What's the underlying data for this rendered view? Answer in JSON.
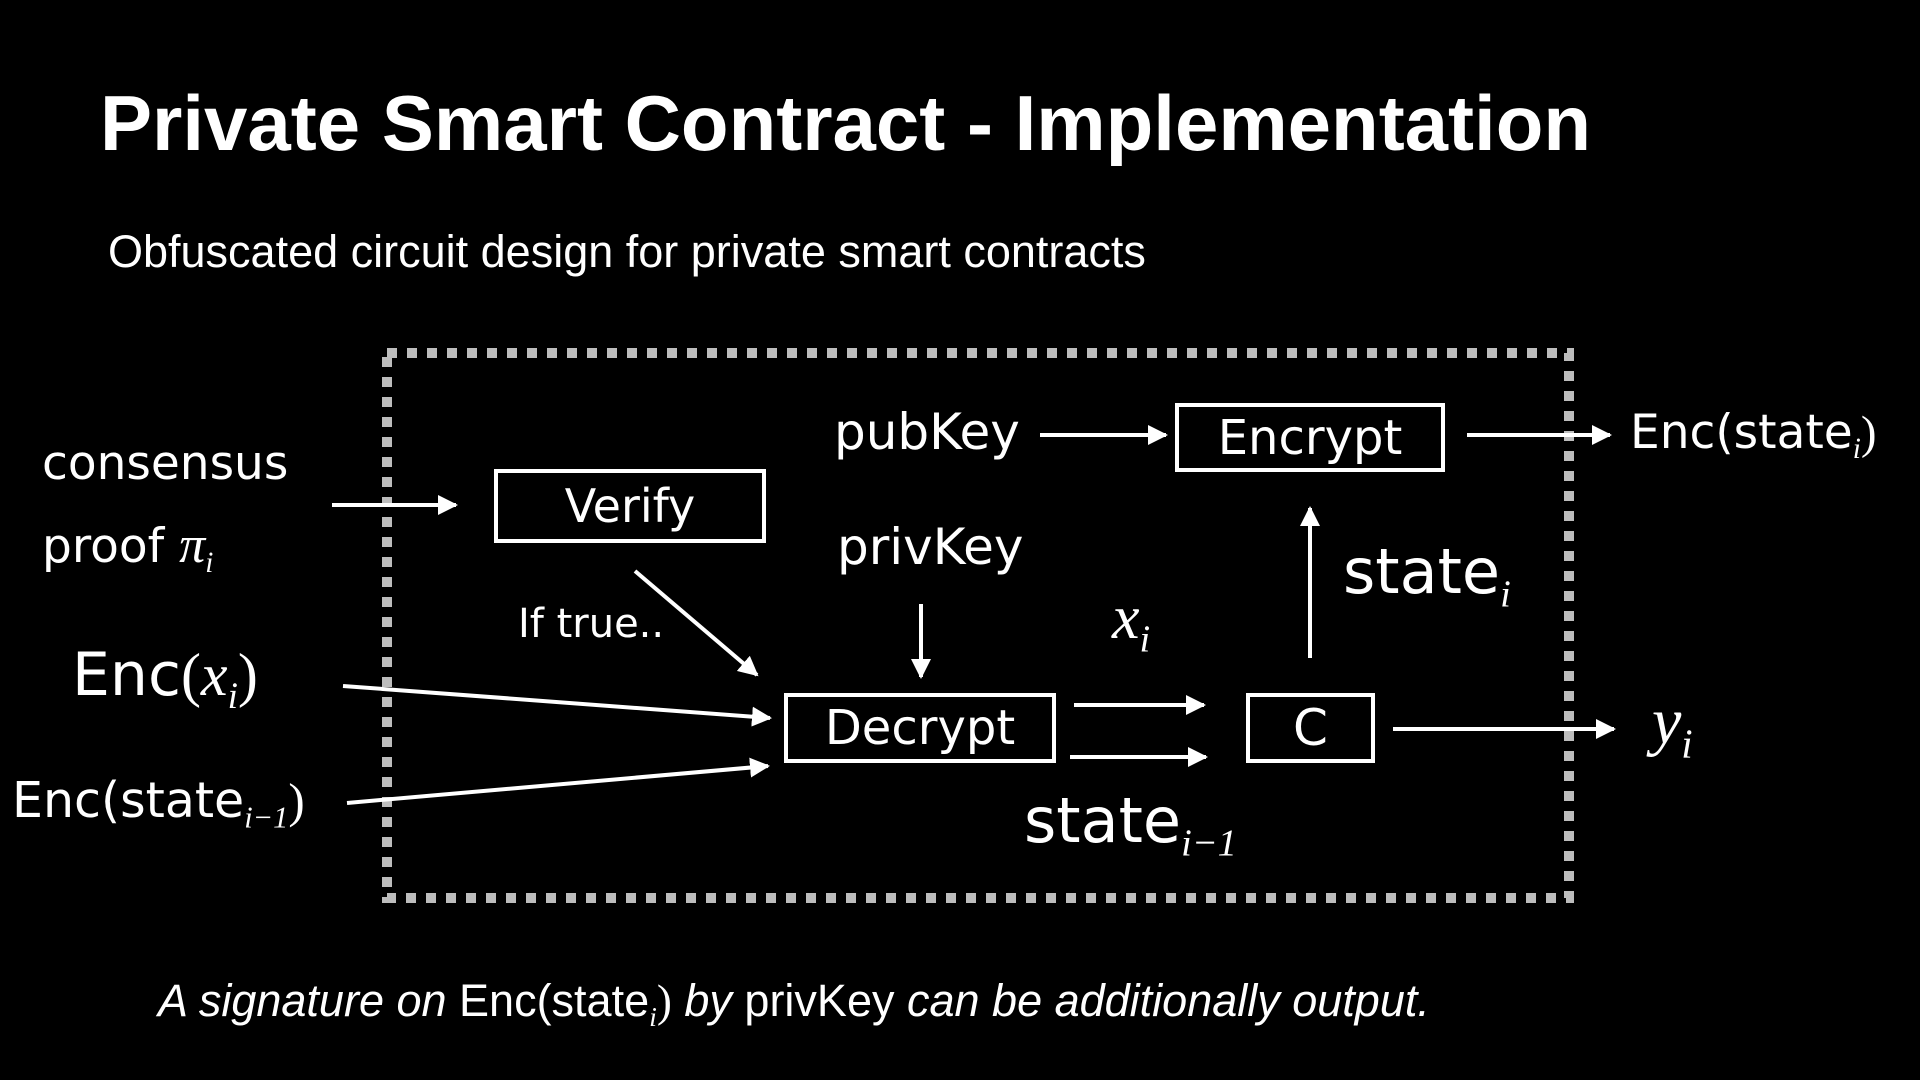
{
  "title": "Private Smart Contract - Implementation",
  "subtitle": "Obfuscated circuit design for private smart contracts",
  "diagram": {
    "boxes": {
      "verify": "Verify",
      "decrypt": "Decrypt",
      "encrypt": "Encrypt",
      "c": "C"
    },
    "inputs": {
      "consensus_line1": "consensus",
      "consensus_line2": "proof",
      "pi_symbol": "π",
      "pi_subscript": "i",
      "enc_x_prefix": "Enc",
      "enc_x_open": "(",
      "x_symbol": "x",
      "x_subscript": "i",
      "enc_x_close": ")",
      "enc_state_prefix": "Enc(state",
      "enc_state_subscript": "i−1",
      "enc_state_close": ")"
    },
    "keys": {
      "pubkey": "pubKey",
      "privkey": "privKey"
    },
    "annotations": {
      "if_true": "If true..",
      "x_symbol": "x",
      "x_subscript": "i",
      "state_i_word": "state",
      "state_i_subscript": "i",
      "state_prev_word": "state",
      "state_prev_subscript": "i−1"
    },
    "outputs": {
      "enc_state_prefix": "Enc(state",
      "enc_state_subscript": "i",
      "enc_state_close": ")",
      "y_symbol": "y",
      "y_subscript": "i"
    }
  },
  "footer": {
    "part1": "A signature on ",
    "enc_prefix": "Enc(state",
    "enc_subscript": "i",
    "enc_close": ")",
    "part2": " by ",
    "privkey": "privKey",
    "part3": " can be additionally output."
  },
  "colors": {
    "background": "#000000",
    "foreground": "#ffffff",
    "boundary": "#bdbdbd"
  }
}
